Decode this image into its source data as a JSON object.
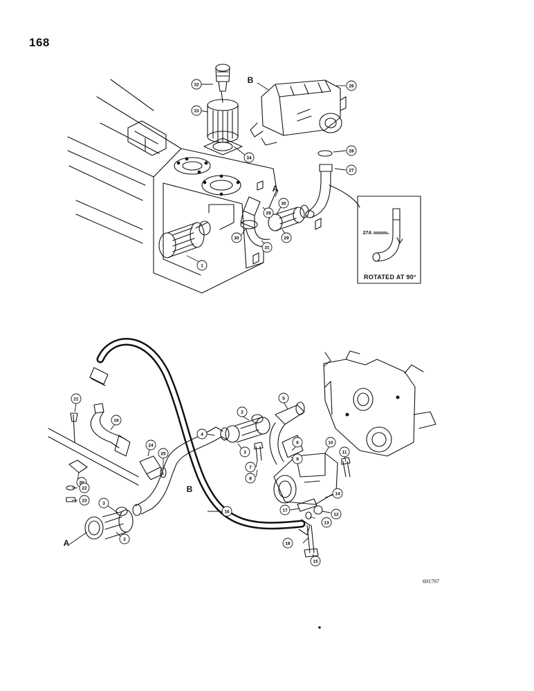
{
  "page": {
    "number": "168",
    "doc_code": "691797"
  },
  "letters": {
    "a": "A",
    "b": "B"
  },
  "inset": {
    "caption": "ROTATED AT 90°",
    "callout": "27A"
  },
  "top_callouts": [
    "32",
    "26",
    "33",
    "28",
    "34",
    "27",
    "30",
    "29",
    "30",
    "29",
    "31",
    "1"
  ],
  "bottom_callouts": [
    "5",
    "21",
    "19",
    "4",
    "2",
    "3",
    "10",
    "24",
    "6",
    "25",
    "11",
    "7",
    "9",
    "8",
    "20",
    "22",
    "23",
    "3",
    "14",
    "18",
    "17",
    "12",
    "13",
    "2",
    "16",
    "15"
  ]
}
